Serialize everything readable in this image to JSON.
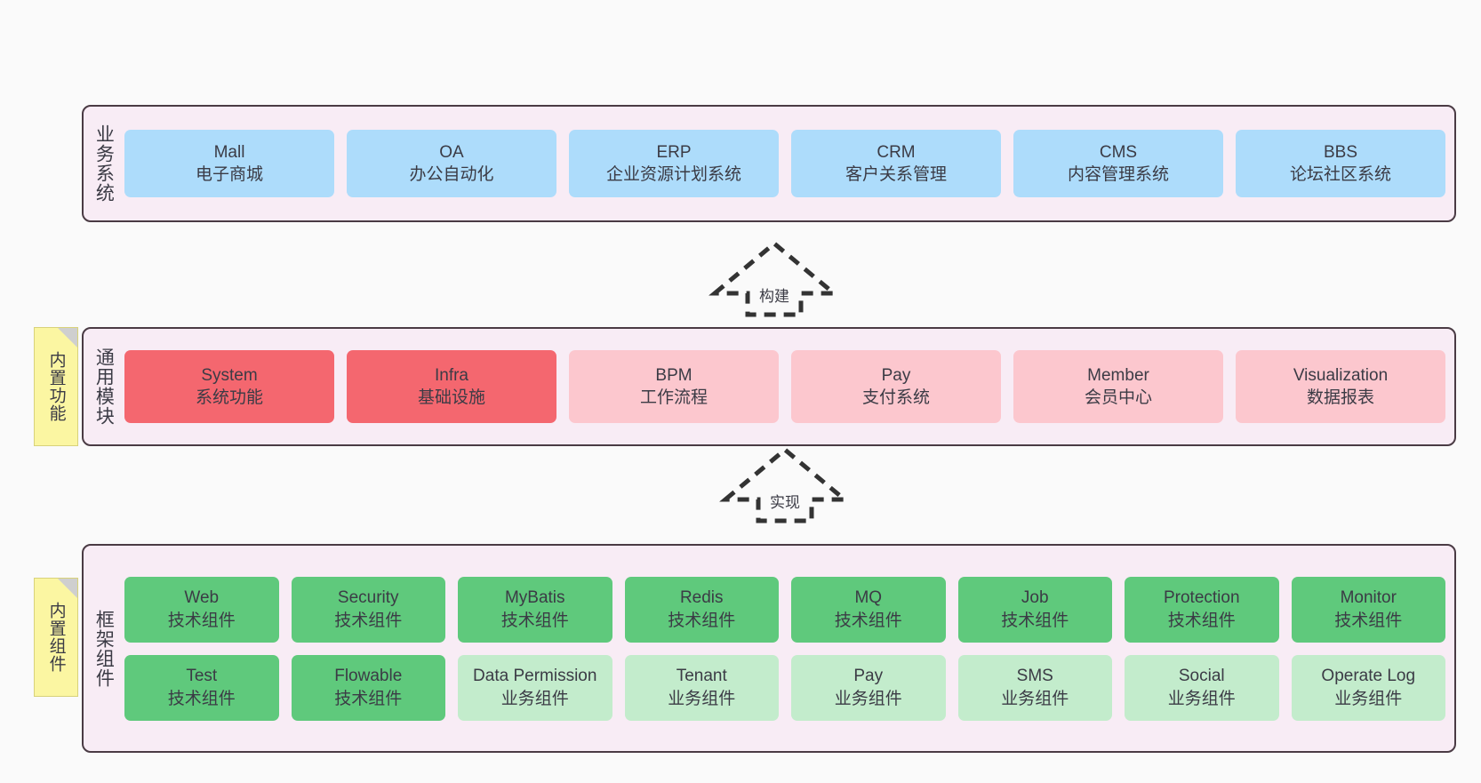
{
  "diagram": {
    "background_color": "#fafafa",
    "panel_background": "#f8ecf5",
    "panel_border": "#4a3b44"
  },
  "layers": {
    "business": {
      "title": "业务系统",
      "cells": [
        {
          "en": "Mall",
          "cn": "电子商城",
          "color": "#addcfb"
        },
        {
          "en": "OA",
          "cn": "办公自动化",
          "color": "#addcfb"
        },
        {
          "en": "ERP",
          "cn": "企业资源计划系统",
          "color": "#addcfb"
        },
        {
          "en": "CRM",
          "cn": "客户关系管理",
          "color": "#addcfb"
        },
        {
          "en": "CMS",
          "cn": "内容管理系统",
          "color": "#addcfb"
        },
        {
          "en": "BBS",
          "cn": "论坛社区系统",
          "color": "#addcfb"
        }
      ]
    },
    "modules": {
      "title": "通用模块",
      "note": "内置功能",
      "cells": [
        {
          "en": "System",
          "cn": "系统功能",
          "color": "#f4676f"
        },
        {
          "en": "Infra",
          "cn": "基础设施",
          "color": "#f4676f"
        },
        {
          "en": "BPM",
          "cn": "工作流程",
          "color": "#fcc7ce"
        },
        {
          "en": "Pay",
          "cn": "支付系统",
          "color": "#fcc7ce"
        },
        {
          "en": "Member",
          "cn": "会员中心",
          "color": "#fcc7ce"
        },
        {
          "en": "Visualization",
          "cn": "数据报表",
          "color": "#fcc7ce"
        }
      ]
    },
    "framework": {
      "title": "框架组件",
      "note": "内置组件",
      "row1": [
        {
          "en": "Web",
          "cn": "技术组件",
          "color": "#5fc97c"
        },
        {
          "en": "Security",
          "cn": "技术组件",
          "color": "#5fc97c"
        },
        {
          "en": "MyBatis",
          "cn": "技术组件",
          "color": "#5fc97c"
        },
        {
          "en": "Redis",
          "cn": "技术组件",
          "color": "#5fc97c"
        },
        {
          "en": "MQ",
          "cn": "技术组件",
          "color": "#5fc97c"
        },
        {
          "en": "Job",
          "cn": "技术组件",
          "color": "#5fc97c"
        },
        {
          "en": "Protection",
          "cn": "技术组件",
          "color": "#5fc97c"
        },
        {
          "en": "Monitor",
          "cn": "技术组件",
          "color": "#5fc97c"
        }
      ],
      "row2": [
        {
          "en": "Test",
          "cn": "技术组件",
          "color": "#5fc97c"
        },
        {
          "en": "Flowable",
          "cn": "技术组件",
          "color": "#5fc97c"
        },
        {
          "en": "Data Permission",
          "cn": "业务组件",
          "color": "#c3eccc"
        },
        {
          "en": "Tenant",
          "cn": "业务组件",
          "color": "#c3eccc"
        },
        {
          "en": "Pay",
          "cn": "业务组件",
          "color": "#c3eccc"
        },
        {
          "en": "SMS",
          "cn": "业务组件",
          "color": "#c3eccc"
        },
        {
          "en": "Social",
          "cn": "业务组件",
          "color": "#c3eccc"
        },
        {
          "en": "Operate Log",
          "cn": "业务组件",
          "color": "#c3eccc"
        }
      ]
    }
  },
  "arrows": {
    "build": {
      "label": "构建",
      "direction": "up",
      "style": "dashed"
    },
    "implement": {
      "label": "实现",
      "direction": "up",
      "style": "dashed"
    }
  }
}
